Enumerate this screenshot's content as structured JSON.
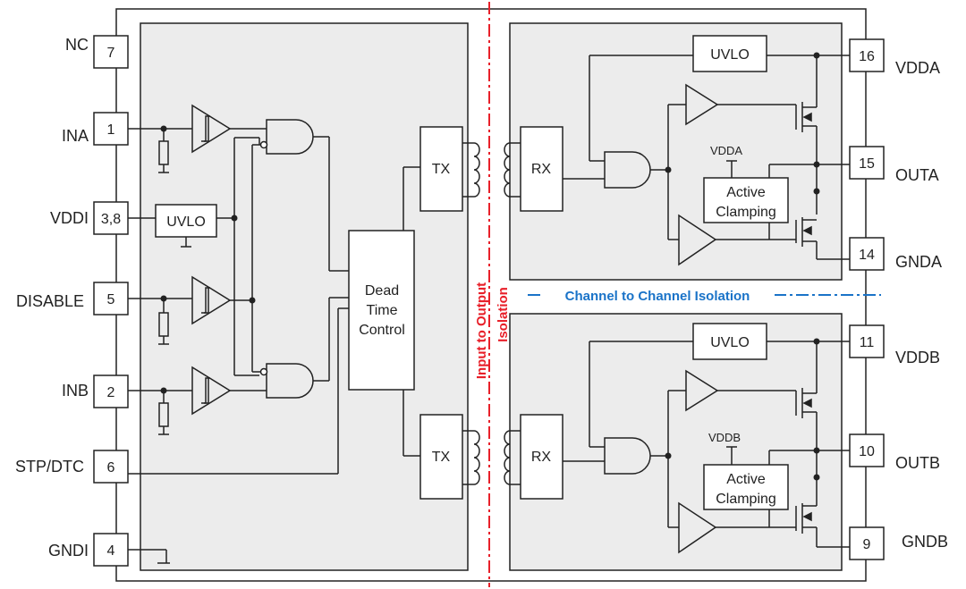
{
  "colors": {
    "isolation_red": "#e8202a",
    "isolation_blue": "#1a73c8",
    "block_fill": "#ececec",
    "line": "#222222"
  },
  "pins": {
    "left": [
      {
        "name": "NC",
        "num": "7"
      },
      {
        "name": "INA",
        "num": "1"
      },
      {
        "name": "VDDI",
        "num": "3,8"
      },
      {
        "name": "DISABLE",
        "num": "5"
      },
      {
        "name": "INB",
        "num": "2"
      },
      {
        "name": "STP/DTC",
        "num": "6"
      },
      {
        "name": "GNDI",
        "num": "4"
      }
    ],
    "right": [
      {
        "name": "VDDA",
        "num": "16"
      },
      {
        "name": "OUTA",
        "num": "15"
      },
      {
        "name": "GNDA",
        "num": "14"
      },
      {
        "name": "VDDB",
        "num": "11"
      },
      {
        "name": "OUTB",
        "num": "10"
      },
      {
        "name": "GNDB",
        "num": "9"
      }
    ]
  },
  "blocks": {
    "uvlo": "UVLO",
    "dead_time": [
      "Dead",
      "Time",
      "Control"
    ],
    "tx": "TX",
    "rx": "RX",
    "active_clamping": [
      "Active",
      "Clamping"
    ],
    "vdda_label": "VDDA",
    "vddb_label": "VDDB"
  },
  "isolation": {
    "input_output": [
      "Input to Output",
      "Isolation"
    ],
    "channel_channel": "Channel to Channel Isolation"
  }
}
